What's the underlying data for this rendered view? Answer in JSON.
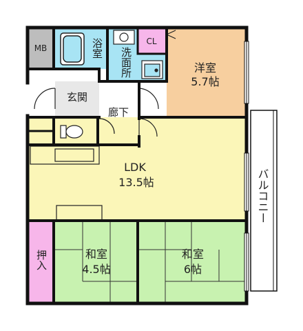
{
  "rooms": {
    "mb": {
      "label": "MB"
    },
    "bath": {
      "label": "浴室"
    },
    "washroom": {
      "label": "洗面所"
    },
    "closet": {
      "label": "CL"
    },
    "western": {
      "label": "洋室",
      "size": "5.7帖"
    },
    "entrance": {
      "label": "玄関"
    },
    "hallway": {
      "label": "廊下"
    },
    "ldk": {
      "label": "LDK",
      "size": "13.5帖"
    },
    "storage": {
      "label": "押入"
    },
    "japanese1": {
      "label": "和室",
      "size": "4.5帖"
    },
    "japanese2": {
      "label": "和室",
      "size": "6帖"
    },
    "balcony": {
      "label": "バルコニー"
    }
  },
  "colors": {
    "wall": "#111111",
    "western_room": "#f7cf9f",
    "ldk": "#fbf6b8",
    "japanese_room": "#c8f2b0",
    "wet_area": "#a8e4f4",
    "closet": "#f7b6ea",
    "mb": "#bdbdbd",
    "entrance": "#e8e8e8"
  }
}
